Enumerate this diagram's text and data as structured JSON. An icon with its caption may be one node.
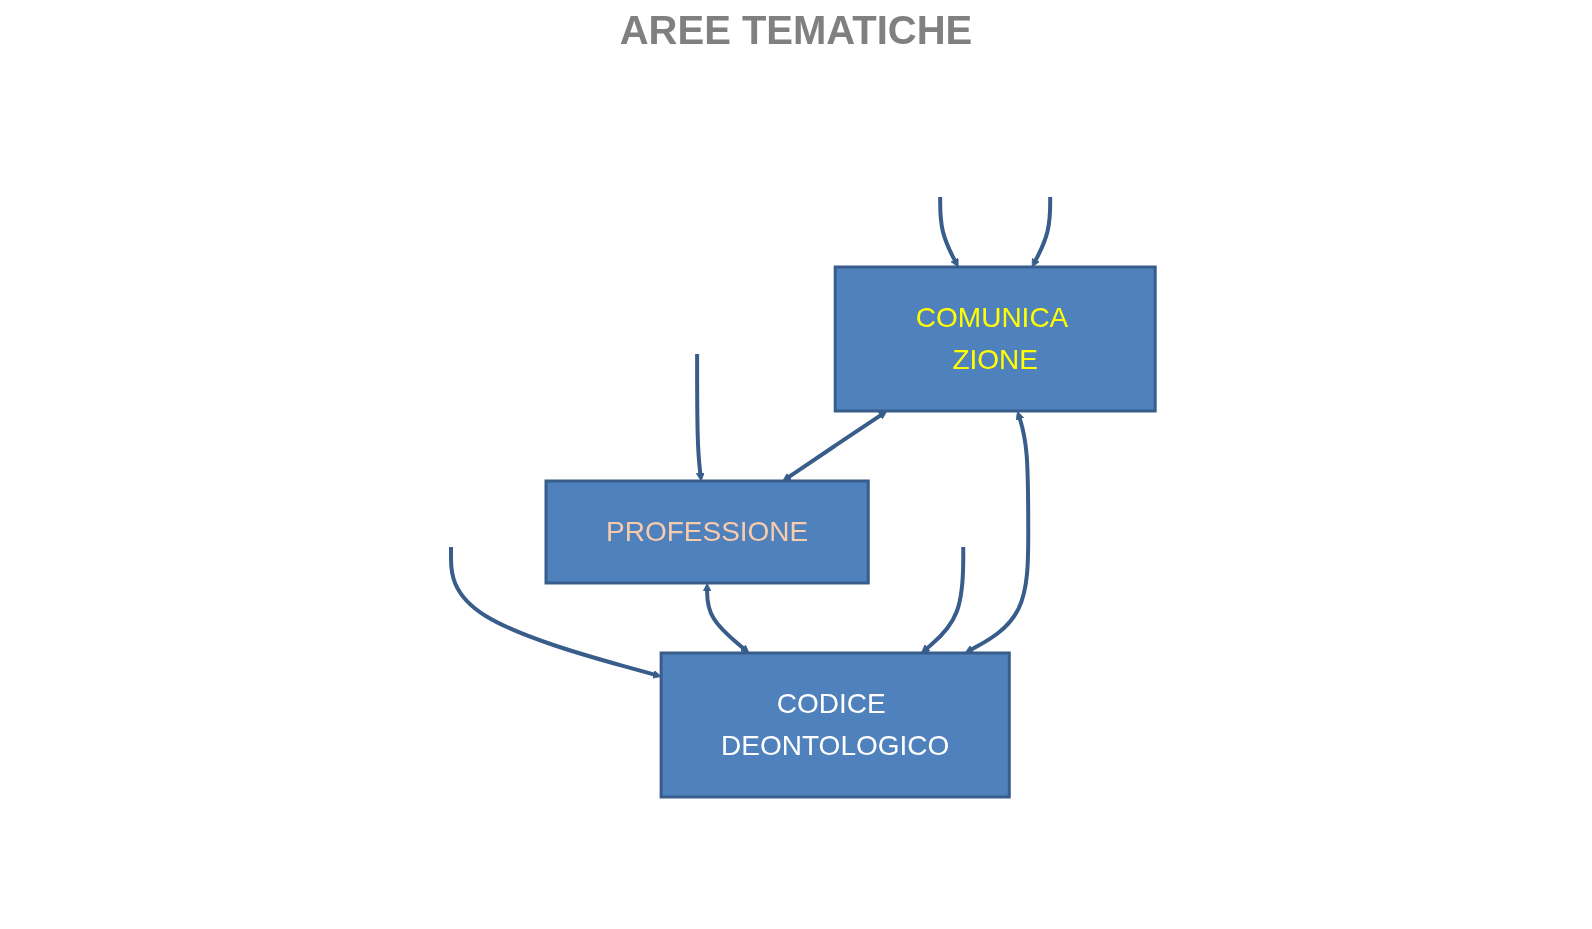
{
  "diagram": {
    "title": "AREE TEMATICHE",
    "nodes": [
      {
        "text": [
          "COMUNICA ZIONE"
        ]
      },
      {
        "text": [
          "PROFESSIONE"
        ]
      },
      {
        "text": [
          "CODICE DEONTOLOGICO"
        ]
      }
    ],
    "edges": [
      {
        "from": null,
        "to": 0,
        "arrow": "to"
      },
      {
        "from": null,
        "to": 1,
        "arrow": "to"
      },
      {
        "from": null,
        "to": 2,
        "arrow": "to"
      },
      {
        "from": 0,
        "to": 1,
        "arrow": "both"
      },
      {
        "from": 1,
        "to": 2,
        "arrow": "both"
      },
      {
        "from": null,
        "to": 0,
        "arrow": "to"
      },
      {
        "from": null,
        "to": 2,
        "arrow": "to"
      },
      {
        "from": 0,
        "to": 2,
        "arrow": "both"
      }
    ]
  }
}
